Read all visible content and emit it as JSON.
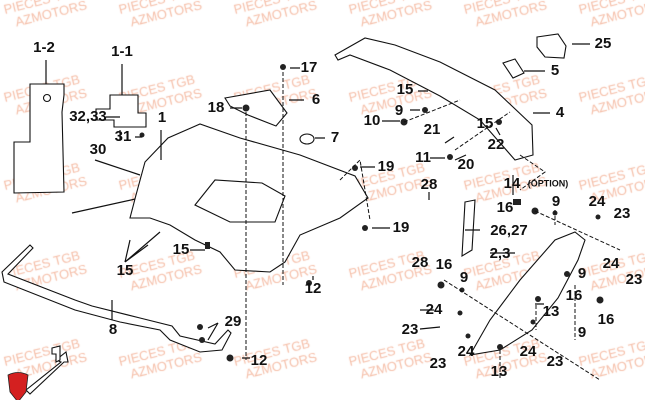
{
  "watermark": {
    "line1": "PIECES TGB",
    "line2": "AZMOTORS"
  },
  "logo": {
    "color": "#d42020"
  },
  "callouts": [
    "1-2",
    "1-1",
    "17",
    "25",
    "5",
    "6",
    "15",
    "9",
    "18",
    "32,33",
    "1",
    "10",
    "4",
    "21",
    "15",
    "31",
    "7",
    "22",
    "30",
    "11",
    "20",
    "19",
    "14",
    "(OPTION)",
    "28",
    "9",
    "24",
    "16",
    "23",
    "26,27",
    "19",
    "15",
    "2,3",
    "24",
    "23",
    "28",
    "16",
    "9",
    "9",
    "16",
    "15",
    "12",
    "13",
    "24",
    "8",
    "29",
    "9",
    "16",
    "23",
    "12",
    "24",
    "23",
    "13",
    "24",
    "23"
  ]
}
